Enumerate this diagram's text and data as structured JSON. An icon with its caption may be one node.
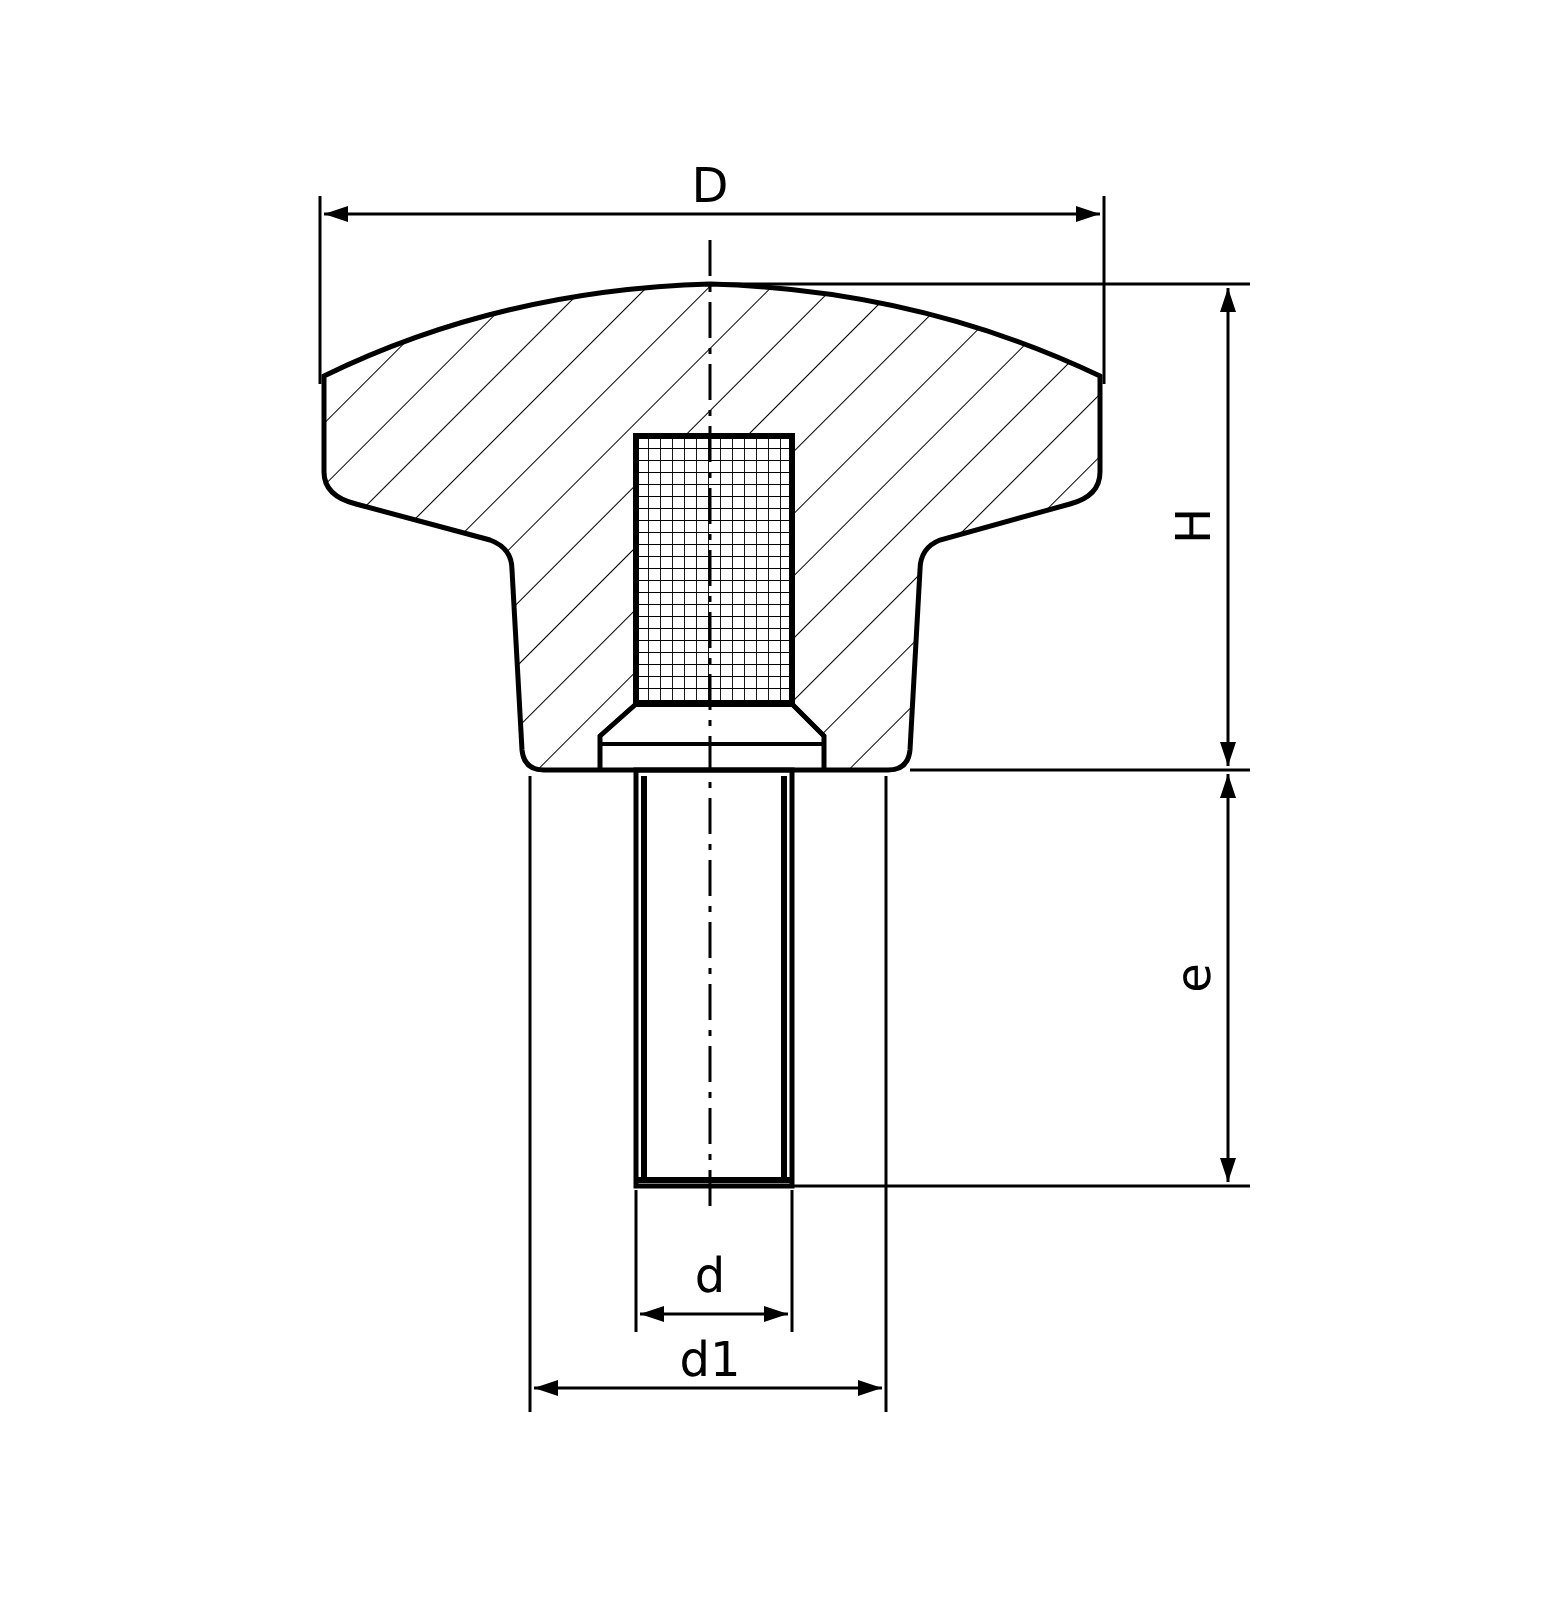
{
  "diagram": {
    "labels": [
      "D",
      "H",
      "e",
      "d",
      "d1"
    ]
  }
}
